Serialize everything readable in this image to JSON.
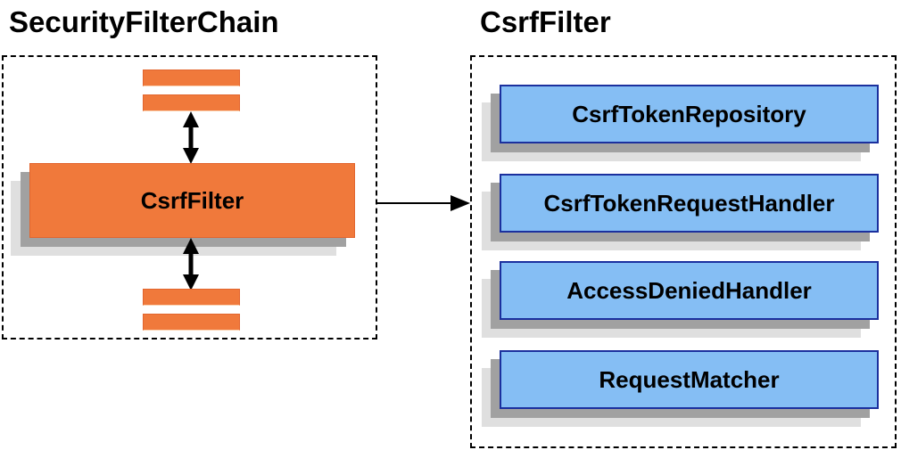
{
  "left_panel": {
    "title": "SecurityFilterChain",
    "filter_label": "CsrfFilter"
  },
  "right_panel": {
    "title": "CsrfFilter",
    "components": [
      {
        "label": "CsrfTokenRepository"
      },
      {
        "label": "CsrfTokenRequestHandler"
      },
      {
        "label": "AccessDeniedHandler"
      },
      {
        "label": "RequestMatcher"
      }
    ]
  },
  "colors": {
    "orange": "#F0793B",
    "orange-border": "#E2652E",
    "blue": "#85BEF4",
    "blue-border": "#1B309E",
    "shadow-dark": "#A1A1A1",
    "shadow-light": "#DFDFDF",
    "line": "#000000"
  }
}
